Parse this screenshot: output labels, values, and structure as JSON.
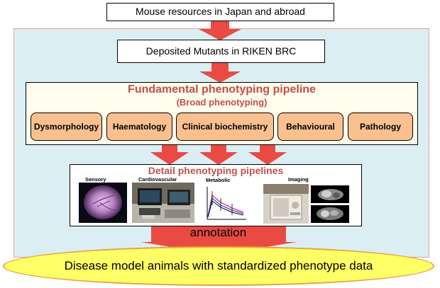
{
  "diagram": {
    "source": "Mouse resources in Japan and abroad",
    "deposit": "Deposited Mutants in RIKEN BRC",
    "fundamental": {
      "title": "Fundamental phenotyping pipeline",
      "subtitle": "(Broad phenotyping)",
      "modules": [
        "Dysmorphology",
        "Haematology",
        "Clinical biochemistry",
        "Behavioural",
        "Pathology"
      ]
    },
    "detail": {
      "title": "Detail phenotyping pipelines",
      "categories": [
        "Sensory",
        "Cardiovascular",
        "Metabolic",
        "Imaging"
      ]
    },
    "annotation": "annotation",
    "outcome": "Disease model animals with standardized phenotype data"
  },
  "colors": {
    "arrow": "#e94b43",
    "title_red": "#c0504d",
    "module_fill": "#fac090",
    "panel_bg": "#dbeef4",
    "outcome_fill": "#ffff66"
  }
}
